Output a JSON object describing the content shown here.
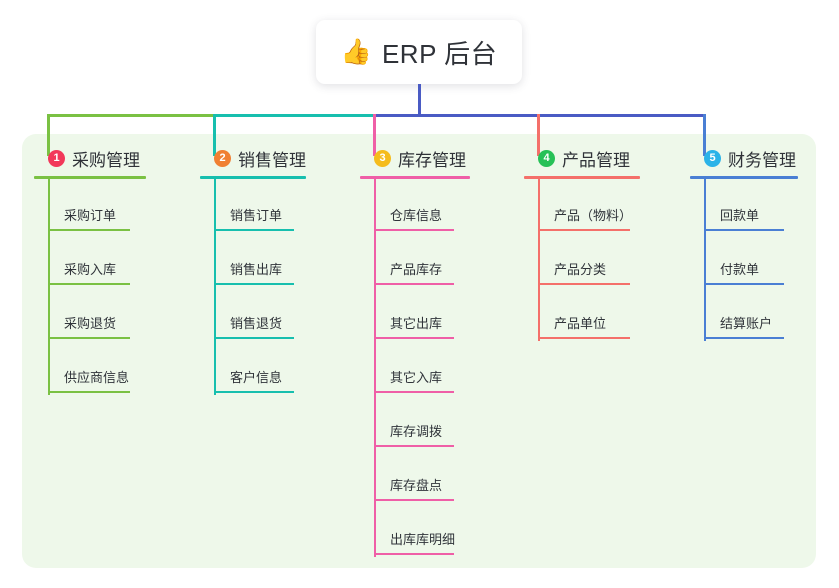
{
  "root": {
    "icon": "thumbs-up-icon",
    "emoji": "👍",
    "title": "ERP 后台"
  },
  "colors": {
    "panel_background": "#eef8ea",
    "page_background": "#ffffff",
    "root_stem": "#4a5bc4",
    "branch1": "#7ac143",
    "branch2": "#17bfae",
    "branch3": "#ef5fa7",
    "branch4": "#f4706a",
    "branch5": "#4a7fd4",
    "badge1": "#f2385a",
    "badge2": "#f08032",
    "badge3": "#f5bc1c",
    "badge4": "#27c157",
    "badge5": "#2bb3e8"
  },
  "branches": [
    {
      "number": "1",
      "label": "采购管理",
      "badge_color": "#f2385a",
      "line_color": "#7ac143",
      "items": [
        {
          "label": "采购订单"
        },
        {
          "label": "采购入库"
        },
        {
          "label": "采购退货"
        },
        {
          "label": "供应商信息"
        }
      ]
    },
    {
      "number": "2",
      "label": "销售管理",
      "badge_color": "#f08032",
      "line_color": "#17bfae",
      "items": [
        {
          "label": "销售订单"
        },
        {
          "label": "销售出库"
        },
        {
          "label": "销售退货"
        },
        {
          "label": "客户信息"
        }
      ]
    },
    {
      "number": "3",
      "label": "库存管理",
      "badge_color": "#f5bc1c",
      "line_color": "#ef5fa7",
      "items": [
        {
          "label": "仓库信息"
        },
        {
          "label": "产品库存"
        },
        {
          "label": "其它出库"
        },
        {
          "label": "其它入库"
        },
        {
          "label": "库存调拨"
        },
        {
          "label": "库存盘点"
        },
        {
          "label": "出库库明细"
        }
      ]
    },
    {
      "number": "4",
      "label": "产品管理",
      "badge_color": "#27c157",
      "line_color": "#f4706a",
      "items": [
        {
          "label": "产品（物料）"
        },
        {
          "label": "产品分类"
        },
        {
          "label": "产品单位"
        }
      ]
    },
    {
      "number": "5",
      "label": "财务管理",
      "badge_color": "#2bb3e8",
      "line_color": "#4a7fd4",
      "items": [
        {
          "label": "回款单"
        },
        {
          "label": "付款单"
        },
        {
          "label": "结算账户"
        }
      ]
    }
  ]
}
